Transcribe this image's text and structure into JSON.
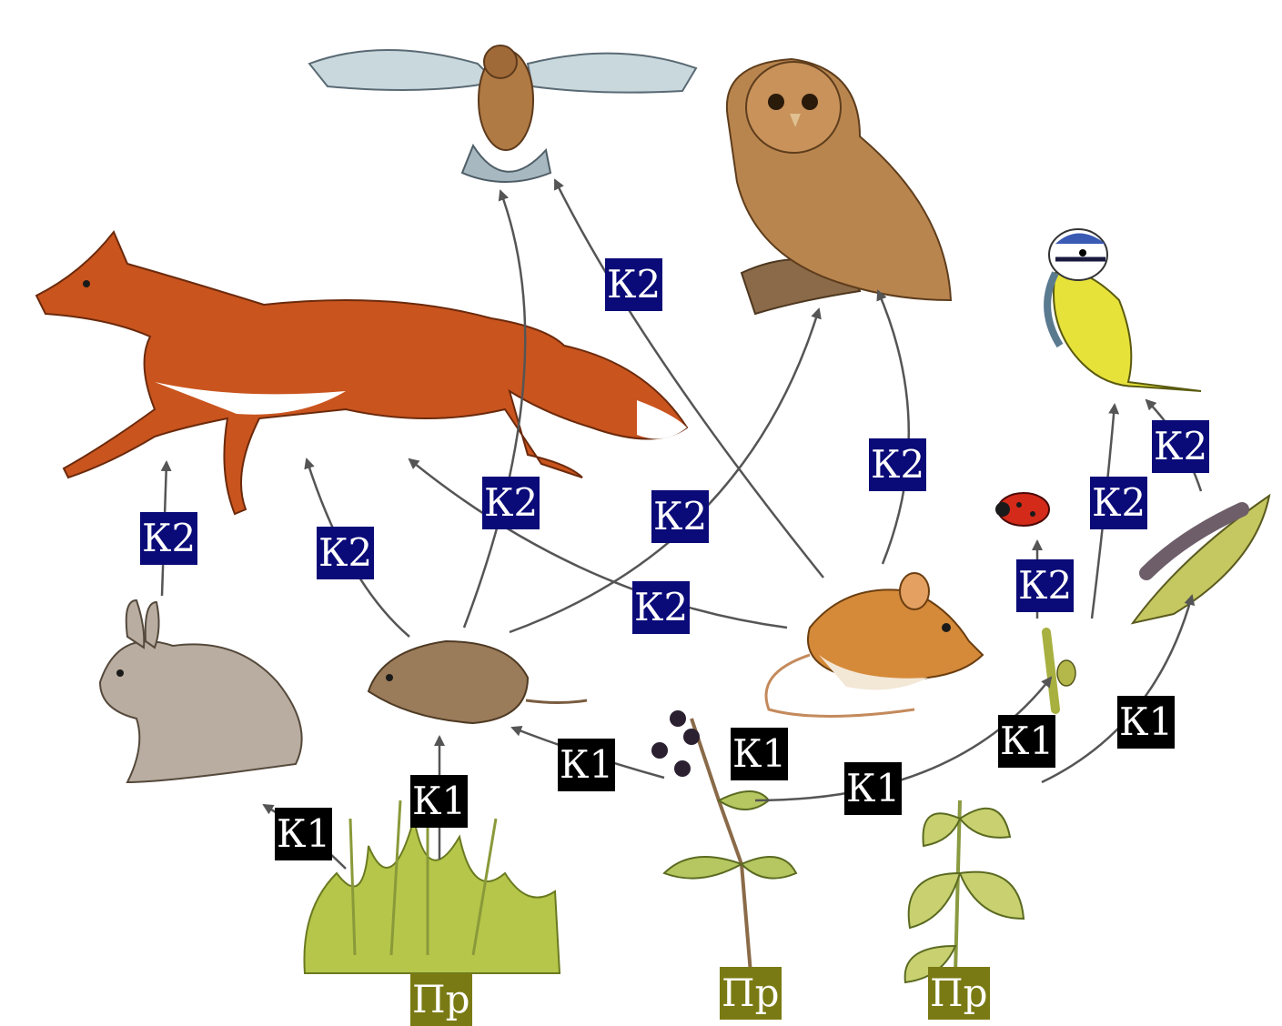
{
  "labels": {
    "k1": "К1",
    "k2": "К2",
    "pr": "Пр"
  },
  "organisms": {
    "fox": "fox",
    "kestrel": "kestrel",
    "owl": "owl",
    "tit": "blue-tit",
    "hare": "hare",
    "vole": "vole",
    "mouse": "wood-mouse",
    "ladybird": "ladybird",
    "caterpillar": "caterpillar",
    "aphid": "aphid",
    "grass": "grass",
    "bramble": "bramble",
    "nettle": "nettle"
  },
  "colors": {
    "k1_bg": "#000000",
    "k2_bg": "#0a0a78",
    "pr_bg": "#7a7a14",
    "arrow": "#555555"
  }
}
